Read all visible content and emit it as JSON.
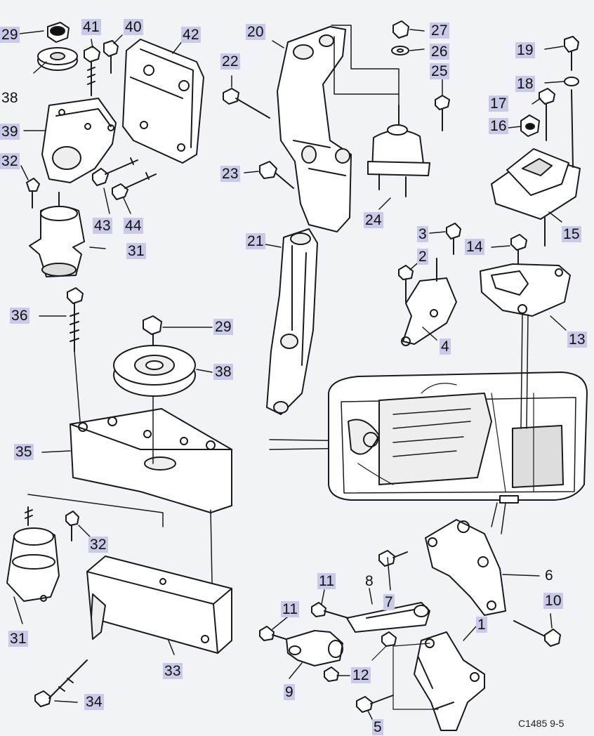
{
  "drawing_code": "C1485 9-5",
  "callout_highlight_color": "#c9cae8",
  "line_color": "#1a1a1a",
  "callouts": [
    {
      "id": "c29a",
      "label": "29",
      "hl": true
    },
    {
      "id": "c41",
      "label": "41",
      "hl": true
    },
    {
      "id": "c40",
      "label": "40",
      "hl": true
    },
    {
      "id": "c42",
      "label": "42",
      "hl": true
    },
    {
      "id": "c38a",
      "label": "38",
      "hl": false
    },
    {
      "id": "c39",
      "label": "39",
      "hl": true
    },
    {
      "id": "c32a",
      "label": "32",
      "hl": true
    },
    {
      "id": "c43",
      "label": "43",
      "hl": true
    },
    {
      "id": "c44",
      "label": "44",
      "hl": true
    },
    {
      "id": "c31a",
      "label": "31",
      "hl": true
    },
    {
      "id": "c20",
      "label": "20",
      "hl": true
    },
    {
      "id": "c22",
      "label": "22",
      "hl": true
    },
    {
      "id": "c23",
      "label": "23",
      "hl": true
    },
    {
      "id": "c24",
      "label": "24",
      "hl": true
    },
    {
      "id": "c27",
      "label": "27",
      "hl": true
    },
    {
      "id": "c26",
      "label": "26",
      "hl": true
    },
    {
      "id": "c25",
      "label": "25",
      "hl": true
    },
    {
      "id": "c19",
      "label": "19",
      "hl": true
    },
    {
      "id": "c18",
      "label": "18",
      "hl": true
    },
    {
      "id": "c17",
      "label": "17",
      "hl": true
    },
    {
      "id": "c16",
      "label": "16",
      "hl": true
    },
    {
      "id": "c15",
      "label": "15",
      "hl": true
    },
    {
      "id": "c21",
      "label": "21",
      "hl": true
    },
    {
      "id": "c3",
      "label": "3",
      "hl": true
    },
    {
      "id": "c2",
      "label": "2",
      "hl": true
    },
    {
      "id": "c4",
      "label": "4",
      "hl": true
    },
    {
      "id": "c14",
      "label": "14",
      "hl": true
    },
    {
      "id": "c13",
      "label": "13",
      "hl": true
    },
    {
      "id": "c36",
      "label": "36",
      "hl": true
    },
    {
      "id": "c29b",
      "label": "29",
      "hl": true
    },
    {
      "id": "c38b",
      "label": "38",
      "hl": true
    },
    {
      "id": "c35",
      "label": "35",
      "hl": true
    },
    {
      "id": "c32b",
      "label": "32",
      "hl": true
    },
    {
      "id": "c31b",
      "label": "31",
      "hl": true
    },
    {
      "id": "c33",
      "label": "33",
      "hl": true
    },
    {
      "id": "c34",
      "label": "34",
      "hl": true
    },
    {
      "id": "c11a",
      "label": "11",
      "hl": true
    },
    {
      "id": "c8",
      "label": "8",
      "hl": false
    },
    {
      "id": "c7",
      "label": "7",
      "hl": true
    },
    {
      "id": "c6",
      "label": "6",
      "hl": false
    },
    {
      "id": "c10",
      "label": "10",
      "hl": true
    },
    {
      "id": "c11b",
      "label": "11",
      "hl": true
    },
    {
      "id": "c1",
      "label": "1",
      "hl": true
    },
    {
      "id": "c9",
      "label": "9",
      "hl": true
    },
    {
      "id": "c12",
      "label": "12",
      "hl": true
    },
    {
      "id": "c5",
      "label": "5",
      "hl": true
    }
  ]
}
